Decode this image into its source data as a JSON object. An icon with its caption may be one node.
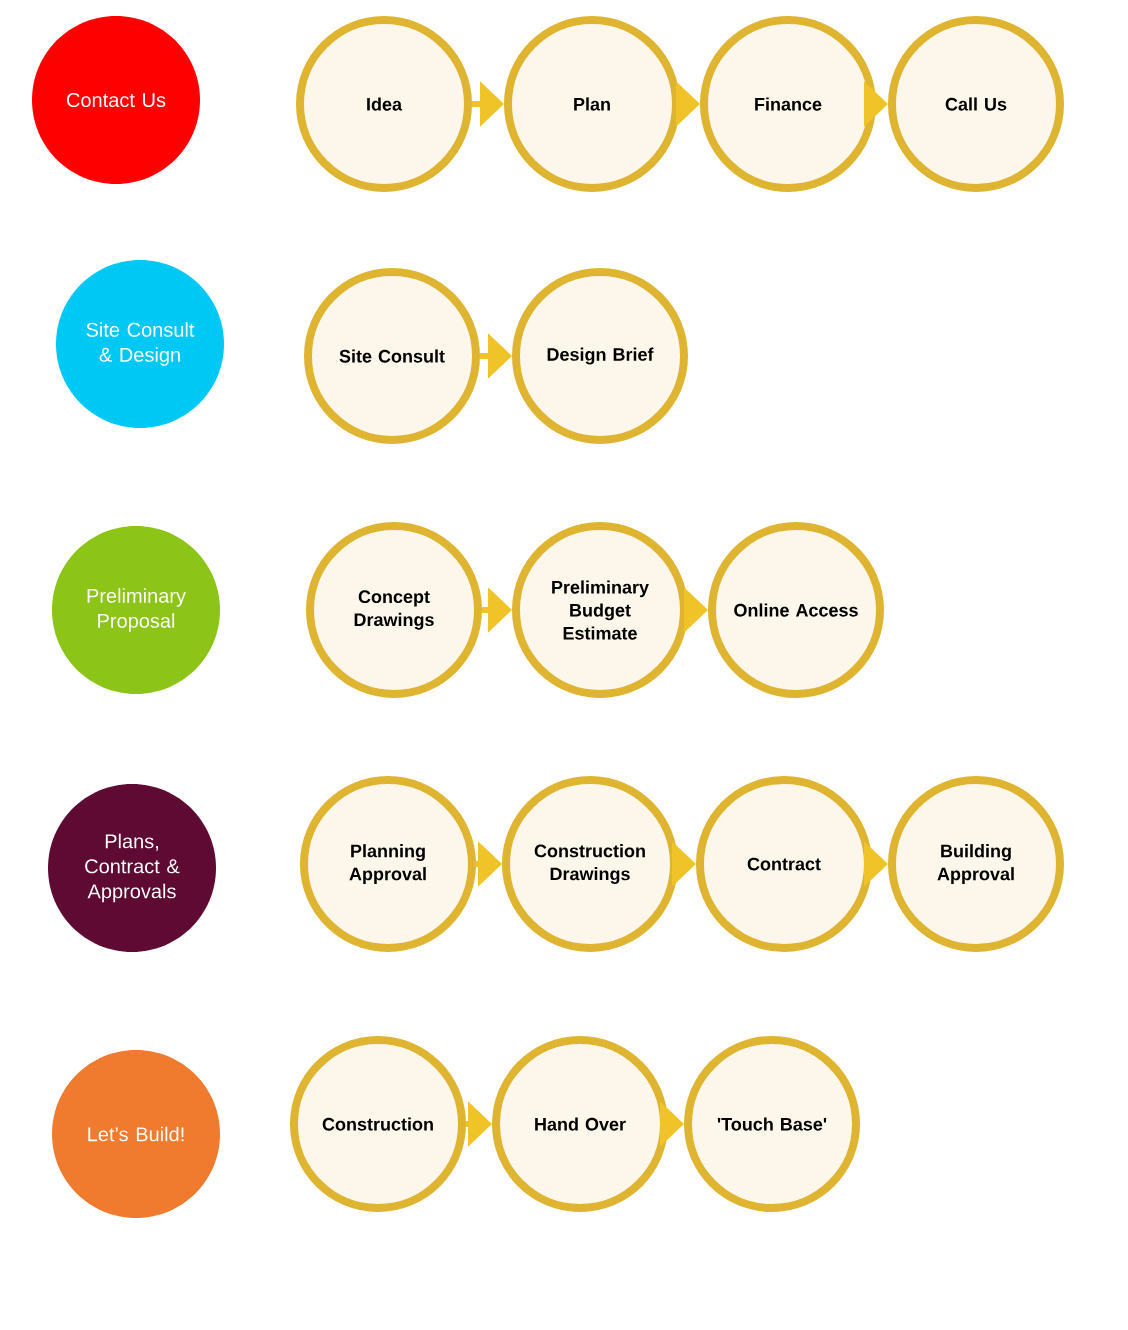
{
  "diagram": {
    "nodes": [
      {
        "text": [
          "Contact Us"
        ]
      },
      {
        "text": [
          "Idea"
        ]
      },
      {
        "text": [
          "Plan"
        ]
      },
      {
        "text": [
          "Finance"
        ]
      },
      {
        "text": [
          "Call Us"
        ]
      },
      {
        "text": [
          "Site Consult & Design"
        ]
      },
      {
        "text": [
          "Site Consult"
        ]
      },
      {
        "text": [
          "Design Brief"
        ]
      },
      {
        "text": [
          "Preliminary Proposal"
        ]
      },
      {
        "text": [
          "Concept Drawings"
        ]
      },
      {
        "text": [
          "Preliminary Budget Estimate"
        ]
      },
      {
        "text": [
          "Online Access"
        ]
      },
      {
        "text": [
          "Plans, Contract & Approvals"
        ]
      },
      {
        "text": [
          "Planning Approval"
        ]
      },
      {
        "text": [
          "Construction Drawings"
        ]
      },
      {
        "text": [
          "Contract"
        ]
      },
      {
        "text": [
          "Building Approval"
        ]
      },
      {
        "text": [
          "Let’s Build!"
        ]
      },
      {
        "text": [
          "Construction"
        ]
      },
      {
        "text": [
          "Hand Over"
        ]
      },
      {
        "text": [
          "'Touch Base'"
        ]
      }
    ],
    "edges": [
      {
        "from": 1,
        "to": 2,
        "arrow": "to"
      },
      {
        "from": 2,
        "to": 3,
        "arrow": "to"
      },
      {
        "from": 3,
        "to": 4,
        "arrow": "to"
      },
      {
        "from": 6,
        "to": 7,
        "arrow": "to"
      },
      {
        "from": 9,
        "to": 10,
        "arrow": "to"
      },
      {
        "from": 10,
        "to": 11,
        "arrow": "to"
      },
      {
        "from": 13,
        "to": 14,
        "arrow": "to"
      },
      {
        "from": 14,
        "to": 15,
        "arrow": "to"
      },
      {
        "from": 15,
        "to": 16,
        "arrow": "to"
      },
      {
        "from": 18,
        "to": 19,
        "arrow": "to"
      },
      {
        "from": 19,
        "to": 20,
        "arrow": "to"
      }
    ]
  }
}
